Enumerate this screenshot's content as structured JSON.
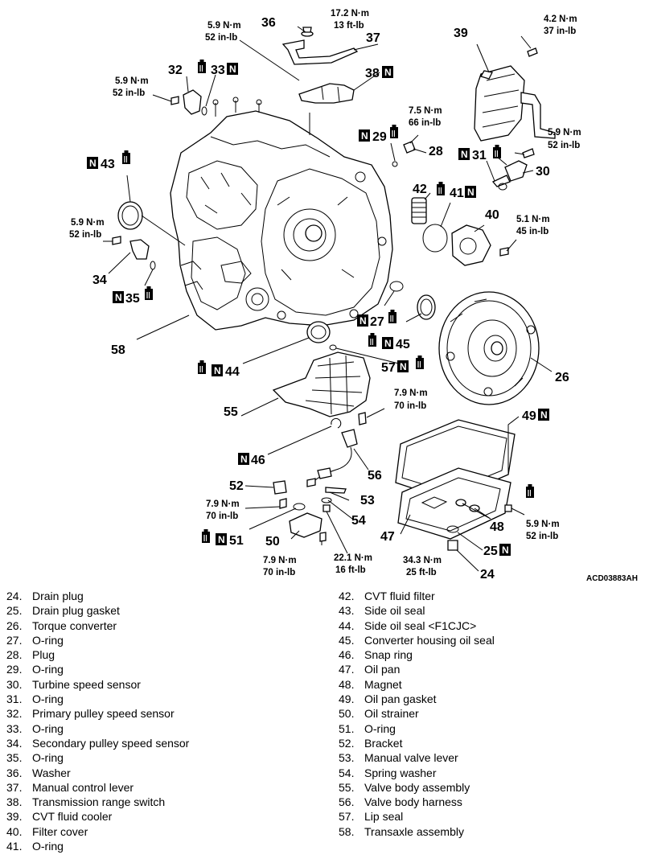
{
  "diagram_code": "ACD03883AH",
  "callouts": {
    "c24": "24",
    "c25": "25",
    "c26": "26",
    "c27": "27",
    "c28": "28",
    "c29": "29",
    "c30": "30",
    "c31": "31",
    "c32": "32",
    "c33": "33",
    "c34": "34",
    "c35": "35",
    "c36": "36",
    "c37": "37",
    "c38": "38",
    "c39": "39",
    "c40": "40",
    "c41": "41",
    "c42": "42",
    "c43": "43",
    "c44": "44",
    "c45": "45",
    "c46": "46",
    "c47": "47",
    "c48": "48",
    "c49": "49",
    "c50": "50",
    "c51": "51",
    "c52": "52",
    "c53": "53",
    "c54": "54",
    "c55": "55",
    "c56": "56",
    "c57": "57",
    "c58": "58"
  },
  "new_part_mark": "N",
  "torques": {
    "t36_nm": "17.2 N·m",
    "t36_ft": "13 ft-lb",
    "t38_nm": "5.9 N·m",
    "t38_in": "52 in-lb",
    "t32_nm": "5.9 N·m",
    "t32_in": "52 in-lb",
    "t39_nm": "4.2 N·m",
    "t39_in": "37 in-lb",
    "t28_nm": "7.5 N·m",
    "t28_in": "66 in-lb",
    "t30_nm": "5.9 N·m",
    "t30_in": "52 in-lb",
    "t40_nm": "5.1 N·m",
    "t40_in": "45 in-lb",
    "t34_nm": "5.9 N·m",
    "t34_in": "52 in-lb",
    "t55_nm": "7.9 N·m",
    "t55_in": "70 in-lb",
    "t52_nm": "7.9 N·m",
    "t52_in": "70 in-lb",
    "t50_nm": "7.9 N·m",
    "t50_in": "70 in-lb",
    "t53_nm": "22.1 N·m",
    "t53_ft": "16 ft-lb",
    "t24_nm": "34.3 N·m",
    "t24_ft": "25 ft-lb",
    "t47_nm": "5.9 N·m",
    "t47_in": "52 in-lb"
  },
  "legend_left": [
    {
      "num": "24.",
      "label": "Drain plug"
    },
    {
      "num": "25.",
      "label": "Drain plug gasket"
    },
    {
      "num": "26.",
      "label": "Torque converter"
    },
    {
      "num": "27.",
      "label": "O-ring"
    },
    {
      "num": "28.",
      "label": "Plug"
    },
    {
      "num": "29.",
      "label": "O-ring"
    },
    {
      "num": "30.",
      "label": "Turbine speed sensor"
    },
    {
      "num": "31.",
      "label": "O-ring"
    },
    {
      "num": "32.",
      "label": "Primary pulley speed sensor"
    },
    {
      "num": "33.",
      "label": "O-ring"
    },
    {
      "num": "34.",
      "label": "Secondary pulley speed sensor"
    },
    {
      "num": "35.",
      "label": "O-ring"
    },
    {
      "num": "36.",
      "label": "Washer"
    },
    {
      "num": "37.",
      "label": "Manual control lever"
    },
    {
      "num": "38.",
      "label": "Transmission range switch"
    },
    {
      "num": "39.",
      "label": "CVT fluid cooler"
    },
    {
      "num": "40.",
      "label": "Filter cover"
    },
    {
      "num": "41.",
      "label": "O-ring"
    }
  ],
  "legend_right": [
    {
      "num": "42.",
      "label": "CVT fluid filter"
    },
    {
      "num": "43.",
      "label": "Side oil seal"
    },
    {
      "num": "44.",
      "label": "Side oil seal <F1CJC>"
    },
    {
      "num": "45.",
      "label": "Converter housing oil seal"
    },
    {
      "num": "46.",
      "label": "Snap ring"
    },
    {
      "num": "47.",
      "label": "Oil pan"
    },
    {
      "num": "48.",
      "label": "Magnet"
    },
    {
      "num": "49.",
      "label": "Oil pan gasket"
    },
    {
      "num": "50.",
      "label": "Oil strainer"
    },
    {
      "num": "51.",
      "label": "O-ring"
    },
    {
      "num": "52.",
      "label": "Bracket"
    },
    {
      "num": "53.",
      "label": "Manual valve lever"
    },
    {
      "num": "54.",
      "label": "Spring washer"
    },
    {
      "num": "55.",
      "label": "Valve body assembly"
    },
    {
      "num": "56.",
      "label": "Valve body harness"
    },
    {
      "num": "57.",
      "label": "Lip seal"
    },
    {
      "num": "58.",
      "label": "Transaxle assembly"
    }
  ]
}
